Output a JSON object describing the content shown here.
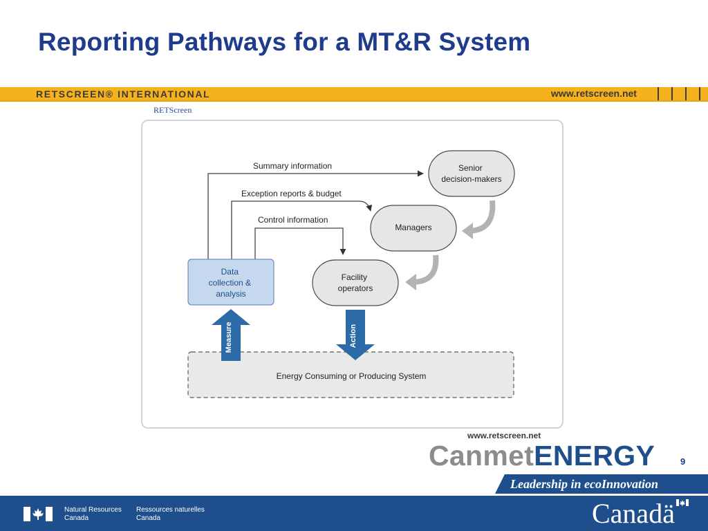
{
  "slide": {
    "title": "Reporting Pathways for a MT&R System",
    "page_number": "9"
  },
  "banner": {
    "brand": "RETSCREEN® INTERNATIONAL",
    "url": "www.retscreen.net"
  },
  "figure": {
    "label": "RETScreen"
  },
  "diagram": {
    "nodes": {
      "senior": [
        "Senior",
        "decision-makers"
      ],
      "managers": "Managers",
      "operators": [
        "Facility",
        "operators"
      ],
      "data": [
        "Data",
        "collection &",
        "analysis"
      ],
      "system": "Energy Consuming or Producing System"
    },
    "edges": {
      "summary": "Summary information",
      "exception": "Exception reports & budget",
      "control": "Control information",
      "measure": "Measure",
      "action": "Action"
    }
  },
  "branding": {
    "small_url": "www.retscreen.net",
    "canmet_part1": "Canmet",
    "canmet_part2": "ENERGY",
    "tagline": "Leadership in ecoInnovation"
  },
  "footer": {
    "dept_en": [
      "Natural Resources",
      "Canada"
    ],
    "dept_fr": [
      "Ressources naturelles",
      "Canada"
    ],
    "wordmark": "Canadä"
  },
  "colors": {
    "title": "#1f3b8c",
    "banner": "#f5b21c",
    "brand_blue": "#1f4e8c",
    "arrow_blue": "#2d6aa8",
    "node_grey": "#e6e6e6",
    "data_node": "#c6d8ee"
  }
}
